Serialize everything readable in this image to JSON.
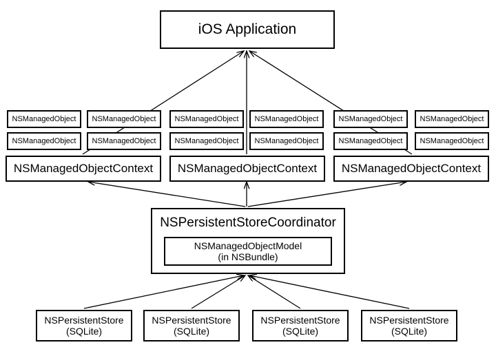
{
  "diagram": {
    "title_box": {
      "label": "iOS Application"
    },
    "managed_objects": [
      {
        "label": "NSManagedObject"
      },
      {
        "label": "NSManagedObject"
      },
      {
        "label": "NSManagedObject"
      },
      {
        "label": "NSManagedObject"
      },
      {
        "label": "NSManagedObject"
      },
      {
        "label": "NSManagedObject"
      },
      {
        "label": "NSManagedObject"
      },
      {
        "label": "NSManagedObject"
      },
      {
        "label": "NSManagedObject"
      },
      {
        "label": "NSManagedObject"
      },
      {
        "label": "NSManagedObject"
      },
      {
        "label": "NSManagedObject"
      }
    ],
    "contexts": [
      {
        "label": "NSManagedObjectContext"
      },
      {
        "label": "NSManagedObjectContext"
      },
      {
        "label": "NSManagedObjectContext"
      }
    ],
    "coordinator": {
      "label": "NSPersistentStoreCoordinator",
      "model": {
        "line1": "NSManagedObjectModel",
        "line2": "(in NSBundle)"
      }
    },
    "stores": [
      {
        "line1": "NSPersistentStore",
        "line2": "(SQLite)"
      },
      {
        "line1": "NSPersistentStore",
        "line2": "(SQLite)"
      },
      {
        "line1": "NSPersistentStore",
        "line2": "(SQLite)"
      },
      {
        "line1": "NSPersistentStore",
        "line2": "(SQLite)"
      }
    ],
    "colors": {
      "background": "#ffffff",
      "stroke": "#000000",
      "fill": "#ffffff"
    }
  }
}
